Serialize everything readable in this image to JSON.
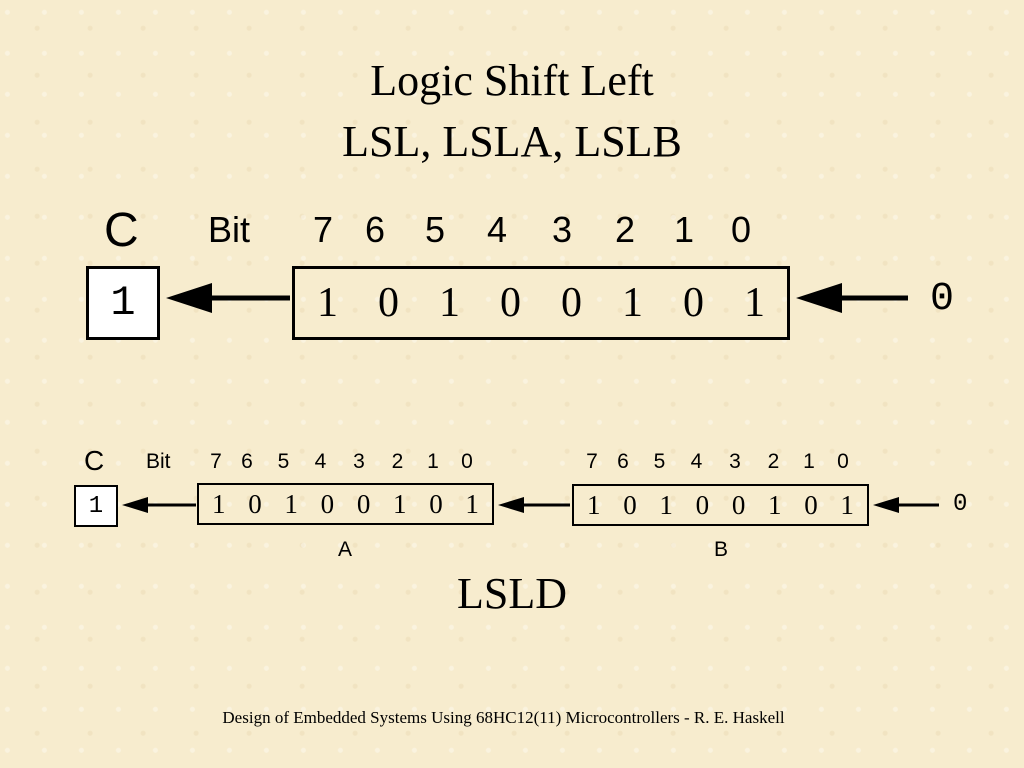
{
  "title": {
    "line1": "Logic Shift Left",
    "line2": "LSL, LSLA, LSLB"
  },
  "lsl": {
    "carry_label": "C",
    "bit_label": "Bit",
    "bit_numbers": [
      "7",
      "6",
      "5",
      "4",
      "3",
      "2",
      "1",
      "0"
    ],
    "register_bits": [
      "1",
      "0",
      "1",
      "0",
      "0",
      "1",
      "0",
      "1"
    ],
    "carry_value": "1",
    "shift_in_value": "0"
  },
  "lsld": {
    "carry_label": "C",
    "bit_label": "Bit",
    "a_bit_numbers": [
      "7",
      "6",
      "5",
      "4",
      "3",
      "2",
      "1",
      "0"
    ],
    "b_bit_numbers": [
      "7",
      "6",
      "5",
      "4",
      "3",
      "2",
      "1",
      "0"
    ],
    "a_bits": [
      "1",
      "0",
      "1",
      "0",
      "0",
      "1",
      "0",
      "1"
    ],
    "b_bits": [
      "1",
      "0",
      "1",
      "0",
      "0",
      "1",
      "0",
      "1"
    ],
    "carry_value": "1",
    "shift_in_value": "0",
    "a_label": "A",
    "b_label": "B",
    "caption": "LSLD"
  },
  "footer": "Design of Embedded Systems Using 68HC12(11) Microcontrollers - R. E. Haskell"
}
